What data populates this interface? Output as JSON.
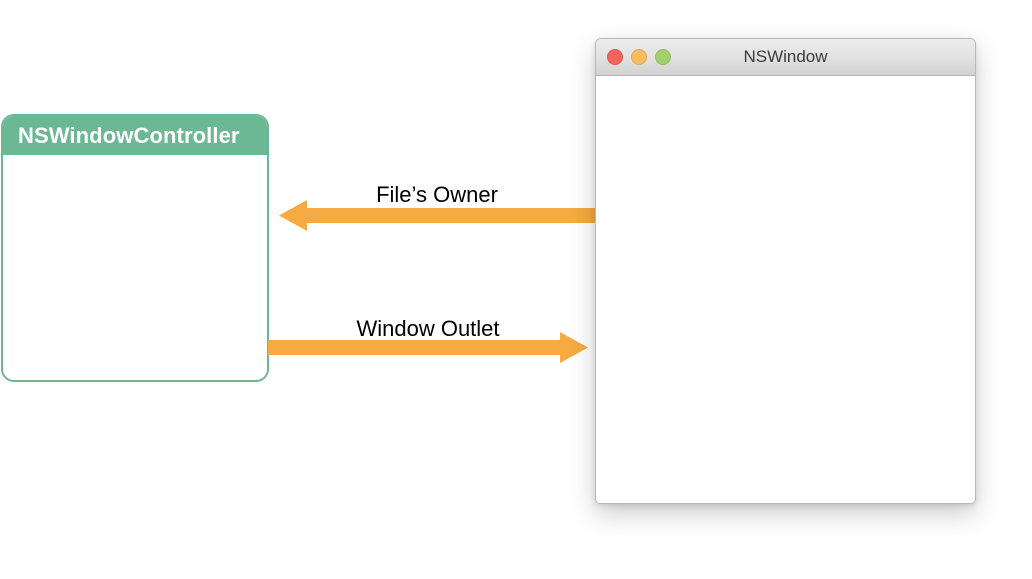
{
  "diagram": {
    "controller": {
      "title": "NSWindowController",
      "header_color": "#6cb894",
      "border_color": "#6cb894",
      "body_color": "#ffffff"
    },
    "window": {
      "title": "NSWindow",
      "traffic_lights": [
        {
          "name": "close",
          "color": "#f1645f"
        },
        {
          "name": "minimize",
          "color": "#f7bc62"
        },
        {
          "name": "zoom",
          "color": "#a2d071"
        }
      ],
      "content_color": "#ffffff"
    },
    "connections": [
      {
        "label": "File’s Owner",
        "direction": "left",
        "from": "NSWindow",
        "to": "NSWindowController",
        "color": "#f5aa42"
      },
      {
        "label": "Window Outlet",
        "direction": "right",
        "from": "NSWindowController",
        "to": "NSWindow",
        "color": "#f5aa42"
      }
    ]
  }
}
